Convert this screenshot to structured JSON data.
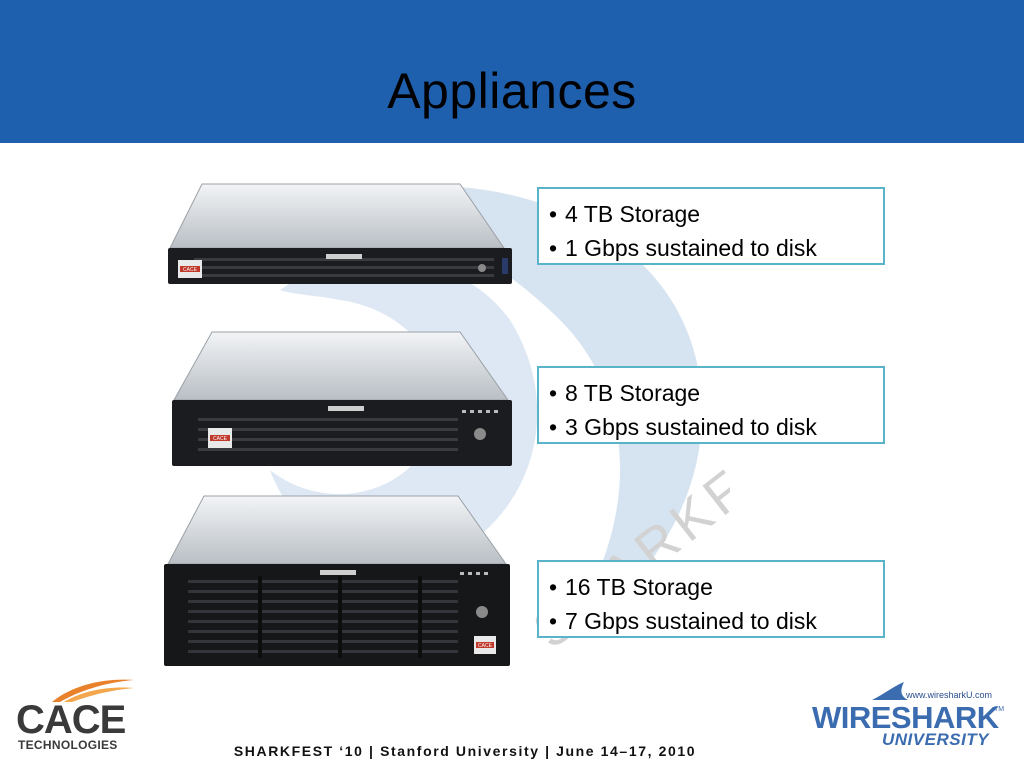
{
  "slide": {
    "title": "Appliances",
    "footer": "SHARKFEST ‘10  |  Stanford University  |  June 14–17, 2010",
    "watermark_text": "SHARKFEST",
    "colors": {
      "header": "#1e5fae",
      "box_border": "#5ab4c9",
      "watermark": "#c8d9ec"
    }
  },
  "appliances": [
    {
      "label": "CACE",
      "lines": [
        "4 TB Storage",
        "1 Gbps sustained to disk"
      ]
    },
    {
      "label": "CACE",
      "lines": [
        "8 TB Storage",
        "3 Gbps sustained to disk"
      ]
    },
    {
      "label": "CACE",
      "lines": [
        "16 TB Storage",
        "7 Gbps sustained to disk"
      ]
    }
  ],
  "logos": {
    "cace": {
      "name": "CACE",
      "sub": "TECHNOLOGIES"
    },
    "wireshark": {
      "url": "www.wiresharkU.com",
      "name": "WIRESHARK",
      "tm": "TM",
      "sub": "UNIVERSITY"
    }
  }
}
